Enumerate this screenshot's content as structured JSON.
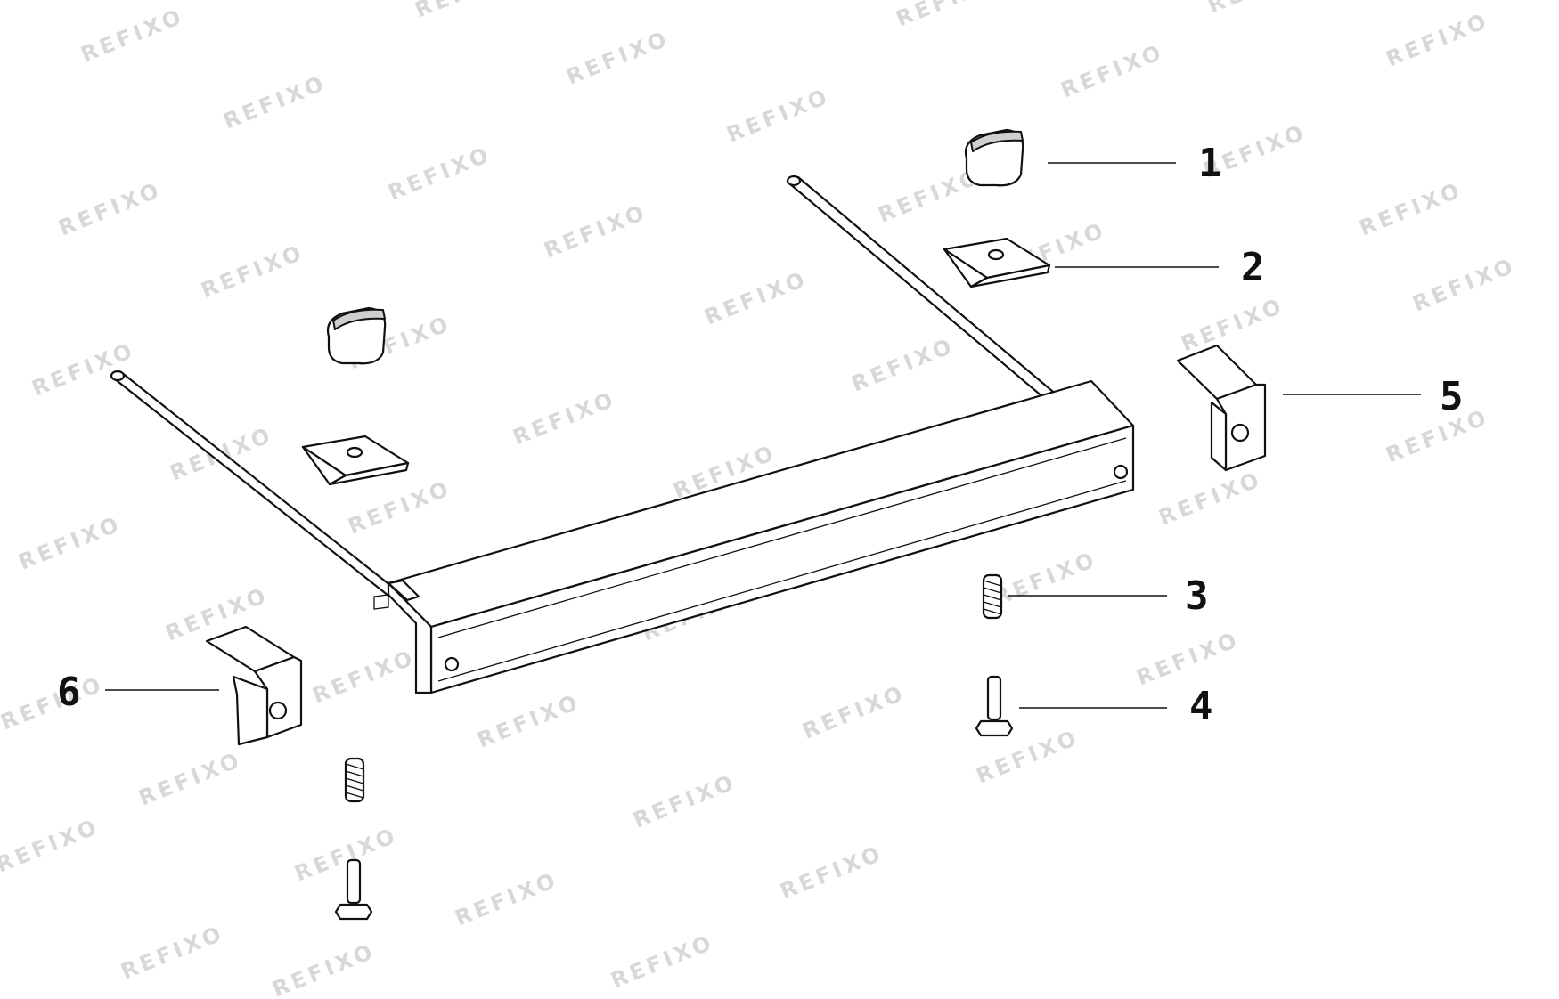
{
  "watermark": {
    "text": "REFIXO",
    "text_partial": "REFI"
  },
  "callouts": [
    {
      "id": "callout-1",
      "number": "1",
      "part": "knob"
    },
    {
      "id": "callout-2",
      "number": "2",
      "part": "clamp-plate"
    },
    {
      "id": "callout-3",
      "number": "3",
      "part": "spring"
    },
    {
      "id": "callout-4",
      "number": "4",
      "part": "bolt"
    },
    {
      "id": "callout-5",
      "number": "5",
      "part": "bracket"
    },
    {
      "id": "callout-6",
      "number": "6",
      "part": "bracket"
    }
  ],
  "colors": {
    "line": "#111111",
    "watermark": "#d8d8d8",
    "background": "#ffffff"
  }
}
